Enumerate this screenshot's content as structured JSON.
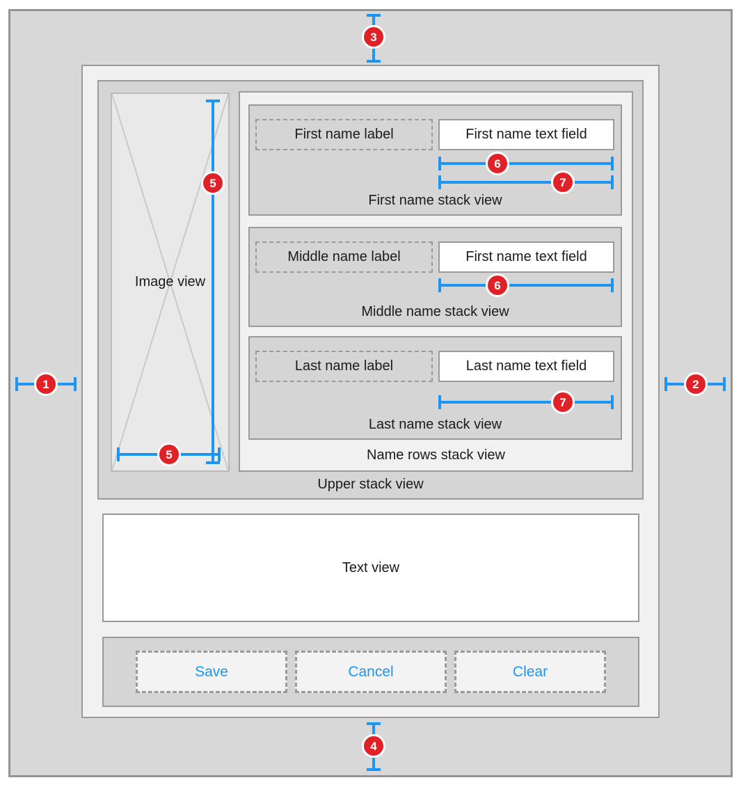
{
  "colors": {
    "accent_blue": "#1B96F2",
    "badge_red": "#E02228",
    "button_text_blue": "#1B96F2"
  },
  "upper_stack": {
    "caption": "Upper stack view",
    "image_view": {
      "label": "Image view"
    },
    "name_rows": {
      "caption": "Name rows stack view",
      "rows": [
        {
          "label": "First name label",
          "field": "First name text field",
          "caption": "First name stack view"
        },
        {
          "label": "Middle name label",
          "field": "First name text field",
          "caption": "Middle name stack view"
        },
        {
          "label": "Last name label",
          "field": "Last name text field",
          "caption": "Last name stack view"
        }
      ]
    }
  },
  "text_view": {
    "label": "Text view"
  },
  "button_bar": {
    "buttons": [
      {
        "label": "Save"
      },
      {
        "label": "Cancel"
      },
      {
        "label": "Clear"
      }
    ]
  },
  "badges": [
    "1",
    "2",
    "3",
    "4",
    "5",
    "5",
    "6",
    "7",
    "6",
    "7"
  ]
}
